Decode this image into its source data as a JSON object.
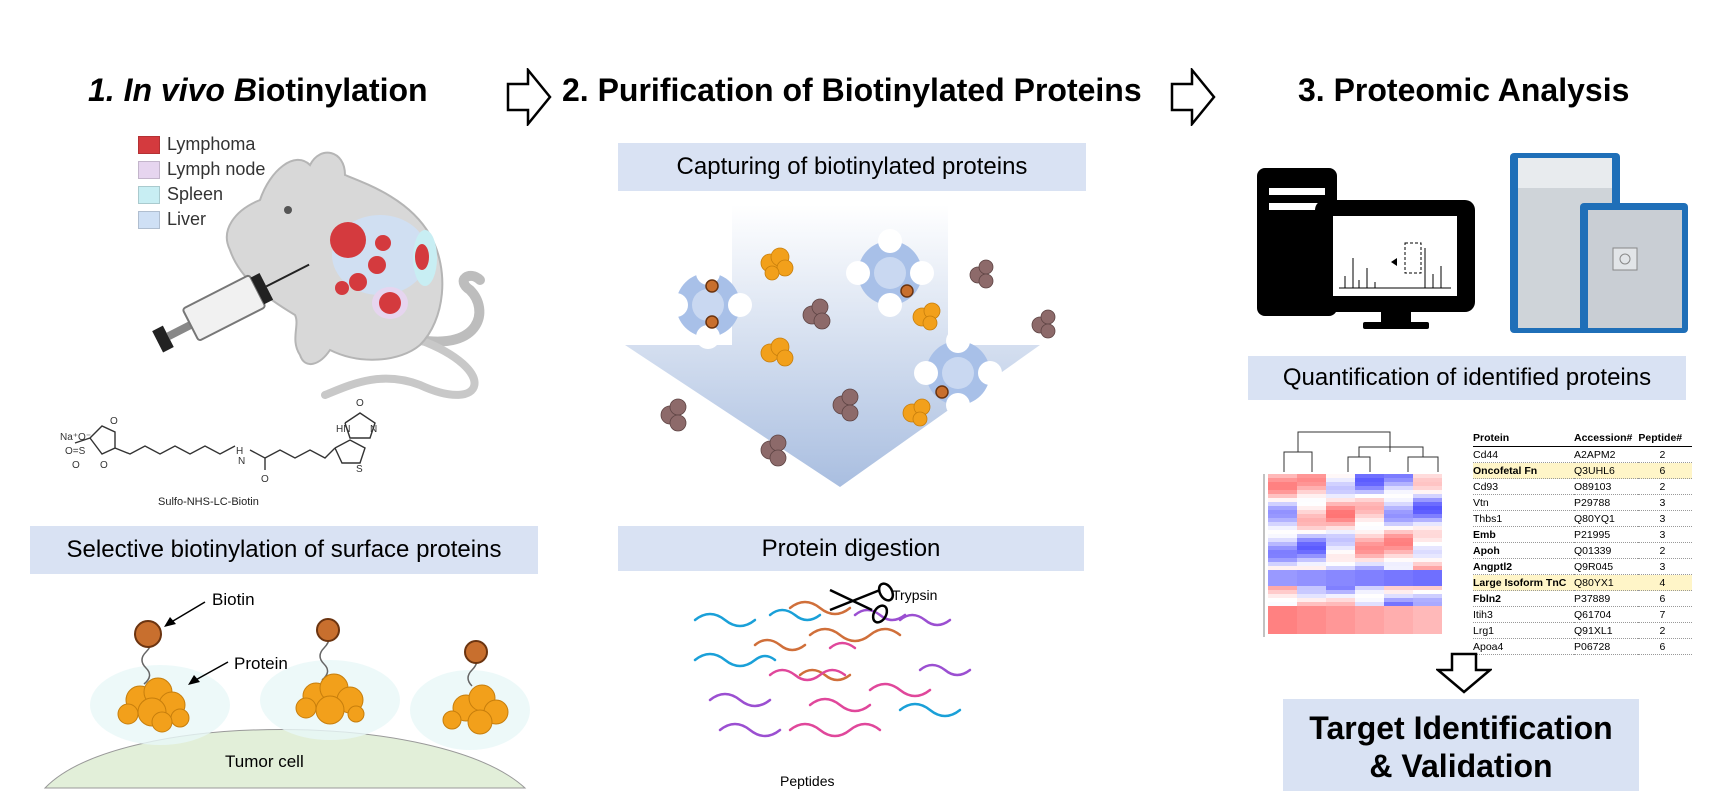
{
  "step1": {
    "title_num": "1. ",
    "title_italic": "In vivo B",
    "title_rest": "iotinylation",
    "legend": [
      {
        "label": "Lymphoma",
        "color": "#d43a3e"
      },
      {
        "label": "Lymph node",
        "color": "#e6d5ef"
      },
      {
        "label": "Spleen",
        "color": "#c8eef3"
      },
      {
        "label": "Liver",
        "color": "#cfe0f5"
      }
    ],
    "reagent_label": "Sulfo-NHS-LC-Biotin",
    "selective_label": "Selective biotinylation of surface proteins",
    "biotin_label": "Biotin",
    "protein_label": "Protein",
    "tumor_label": "Tumor cell"
  },
  "step2": {
    "title": "2. Purification of Biotinylated Proteins",
    "capture_label": "Capturing of biotinylated proteins",
    "digestion_label": "Protein digestion",
    "trypsin_label": "Trypsin",
    "peptides_label": "Peptides"
  },
  "step3": {
    "title": "3. Proteomic Analysis",
    "quant_label": "Quantification of identified proteins",
    "target_line1": "Target Identification",
    "target_line2": "& Validation",
    "table": {
      "headers": [
        "Protein",
        "Accession#",
        "Peptide#"
      ],
      "rows": [
        {
          "protein": "Cd44",
          "accession": "A2APM2",
          "peptides": "2",
          "bold": false,
          "highlight": false
        },
        {
          "protein": "Oncofetal Fn",
          "accession": "Q3UHL6",
          "peptides": "6",
          "bold": true,
          "highlight": true
        },
        {
          "protein": "Cd93",
          "accession": "O89103",
          "peptides": "2",
          "bold": false,
          "highlight": false
        },
        {
          "protein": "Vtn",
          "accession": "P29788",
          "peptides": "3",
          "bold": false,
          "highlight": false
        },
        {
          "protein": "Thbs1",
          "accession": "Q80YQ1",
          "peptides": "3",
          "bold": false,
          "highlight": false
        },
        {
          "protein": "Emb",
          "accession": "P21995",
          "peptides": "3",
          "bold": true,
          "highlight": false
        },
        {
          "protein": "Apoh",
          "accession": "Q01339",
          "peptides": "2",
          "bold": true,
          "highlight": false
        },
        {
          "protein": "Angptl2",
          "accession": "Q9R045",
          "peptides": "3",
          "bold": true,
          "highlight": false
        },
        {
          "protein": "Large Isoform TnC",
          "accession": "Q80YX1",
          "peptides": "4",
          "bold": true,
          "highlight": true
        },
        {
          "protein": "Fbln2",
          "accession": "P37889",
          "peptides": "6",
          "bold": true,
          "highlight": false
        },
        {
          "protein": "Itih3",
          "accession": "Q61704",
          "peptides": "7",
          "bold": false,
          "highlight": false
        },
        {
          "protein": "Lrg1",
          "accession": "Q91XL1",
          "peptides": "2",
          "bold": false,
          "highlight": false
        },
        {
          "protein": "Apoa4",
          "accession": "P06728",
          "peptides": "6",
          "bold": false,
          "highlight": false
        }
      ]
    }
  }
}
